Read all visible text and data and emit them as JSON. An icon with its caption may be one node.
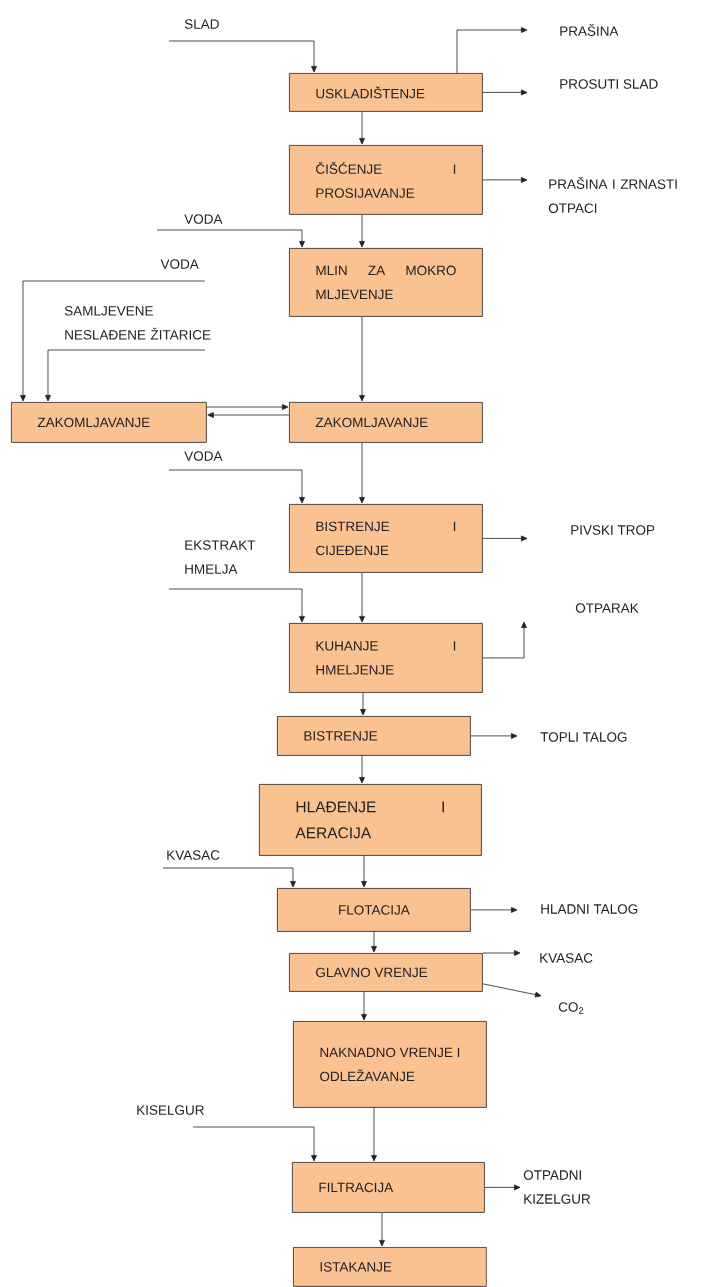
{
  "diagram": {
    "nodes": [
      {
        "text": [
          "SLAD"
        ]
      },
      {
        "text": [
          "PRAŠINA"
        ]
      },
      {
        "text": [
          "USKLADIŠTENJE"
        ]
      },
      {
        "text": [
          "PROSUTI SLAD"
        ]
      },
      {
        "text": [
          "ČIŠĆENJE I PROSIJAVANJE"
        ]
      },
      {
        "text": [
          "PRAŠINA I ZRNASTI OTPACI"
        ]
      },
      {
        "text": [
          "VODA"
        ]
      },
      {
        "text": [
          "MLIN ZA MOKRO MLJEVENJE"
        ]
      },
      {
        "text": [
          "VODA"
        ]
      },
      {
        "text": [
          "SAMLJEVENE NESLAĐENE ŽITARICE"
        ]
      },
      {
        "text": [
          "ZAKOMLJAVANJE"
        ]
      },
      {
        "text": [
          "ZAKOMLJAVANJE"
        ]
      },
      {
        "text": [
          "VODA"
        ]
      },
      {
        "text": [
          "BISTRENJE I CIJEĐENJE"
        ]
      },
      {
        "text": [
          "PIVSKI TROP"
        ]
      },
      {
        "text": [
          "EKSTRAKT HMELJA"
        ]
      },
      {
        "text": [
          "OTPARAK"
        ]
      },
      {
        "text": [
          "KUHANJE I HMELJENJE"
        ]
      },
      {
        "text": [
          "BISTRENJE"
        ]
      },
      {
        "text": [
          "TOPLI TALOG"
        ]
      },
      {
        "text": [
          "HLAĐENJE I AERACIJA"
        ]
      },
      {
        "text": [
          "KVASAC"
        ]
      },
      {
        "text": [
          "FLOTACIJA"
        ]
      },
      {
        "text": [
          "HLADNI TALOG"
        ]
      },
      {
        "text": [
          "GLAVNO VRENJE"
        ]
      },
      {
        "text": [
          "KVASAC"
        ]
      },
      {
        "text": [
          "CO$_{2}$"
        ]
      },
      {
        "text": [
          "NAKNADNO VRENJE I ODLEŽAVANJE"
        ]
      },
      {
        "text": [
          "KISELGUR"
        ]
      },
      {
        "text": [
          "FILTRACIJA"
        ]
      },
      {
        "text": [
          "OTPADNI KIZELGUR"
        ]
      },
      {
        "text": [
          "ISTAKANJE"
        ]
      }
    ],
    "edges": [
      {
        "from": 0,
        "to": 2,
        "arrow": "to"
      },
      {
        "from": 2,
        "to": 1,
        "arrow": "to"
      },
      {
        "from": 2,
        "to": 3,
        "arrow": "to"
      },
      {
        "from": 2,
        "to": 4,
        "arrow": "to"
      },
      {
        "from": 4,
        "to": 5,
        "arrow": "to"
      },
      {
        "from": 6,
        "to": 7,
        "arrow": "to"
      },
      {
        "from": 4,
        "to": 7,
        "arrow": "to"
      },
      {
        "from": 8,
        "to": 10,
        "arrow": "to"
      },
      {
        "from": 9,
        "to": 10,
        "arrow": "to"
      },
      {
        "from": 7,
        "to": 11,
        "arrow": "to"
      },
      {
        "from": 10,
        "to": 11,
        "arrow": "to"
      },
      {
        "from": 11,
        "to": 10,
        "arrow": "to"
      },
      {
        "from": 12,
        "to": 13,
        "arrow": "to"
      },
      {
        "from": 11,
        "to": 13,
        "arrow": "to"
      },
      {
        "from": 13,
        "to": 14,
        "arrow": "to"
      },
      {
        "from": 15,
        "to": 17,
        "arrow": "to"
      },
      {
        "from": 13,
        "to": 17,
        "arrow": "to"
      },
      {
        "from": 17,
        "to": 16,
        "arrow": "to"
      },
      {
        "from": 17,
        "to": 18,
        "arrow": "to"
      },
      {
        "from": 18,
        "to": 19,
        "arrow": "to"
      },
      {
        "from": 18,
        "to": 20,
        "arrow": "to"
      },
      {
        "from": 20,
        "to": 22,
        "arrow": "to"
      },
      {
        "from": 21,
        "to": 22,
        "arrow": "to"
      },
      {
        "from": 22,
        "to": 23,
        "arrow": "to"
      },
      {
        "from": 22,
        "to": 24,
        "arrow": "to"
      },
      {
        "from": 24,
        "to": 25,
        "arrow": "to"
      },
      {
        "from": 24,
        "to": 26,
        "arrow": "to"
      },
      {
        "from": 24,
        "to": 27,
        "arrow": "to"
      },
      {
        "from": 27,
        "to": 29,
        "arrow": "to"
      },
      {
        "from": 28,
        "to": 29,
        "arrow": "to"
      },
      {
        "from": 29,
        "to": 30,
        "arrow": "to"
      },
      {
        "from": 29,
        "to": 31,
        "arrow": "to"
      }
    ]
  }
}
